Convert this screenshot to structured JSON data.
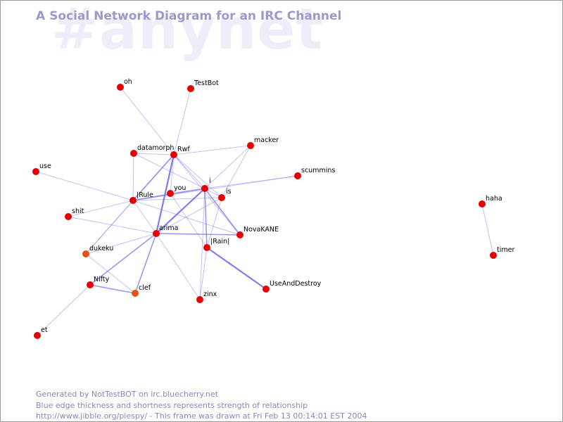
{
  "header": {
    "title": "A Social Network Diagram for an IRC Channel",
    "watermark": "#anynet"
  },
  "footer": {
    "line1": "Generated by NotTestBOT on irc.bluecherry.net",
    "line2": "Blue edge thickness and shortness represents strength of relationship",
    "line3": "http://www.jibble.org/piespy/ - This frame was drawn at Fri Feb 13 00:14:01 EST 2004"
  },
  "colors": {
    "node": "#e80000",
    "node_weak": "#e85010",
    "edge": "#7777ee",
    "title": "#9999cc",
    "footer": "#8888bb",
    "watermark": "#eeeefb"
  },
  "nodes": [
    {
      "id": "oh",
      "label": "oh"
    },
    {
      "id": "TestBot",
      "label": "TestBot"
    },
    {
      "id": "macker",
      "label": "macker"
    },
    {
      "id": "datamorph",
      "label": "datamorph"
    },
    {
      "id": "Rwf",
      "label": "Rwf"
    },
    {
      "id": "use",
      "label": "use"
    },
    {
      "id": "scummins",
      "label": "scummins"
    },
    {
      "id": "i",
      "label": "i"
    },
    {
      "id": "you",
      "label": "you"
    },
    {
      "id": "is",
      "label": "is"
    },
    {
      "id": "IRule",
      "label": "|Rule"
    },
    {
      "id": "haha",
      "label": "haha"
    },
    {
      "id": "shit",
      "label": "shit"
    },
    {
      "id": "arima",
      "label": "arima"
    },
    {
      "id": "NovaKANE",
      "label": "NovaKANE"
    },
    {
      "id": "IRainI",
      "label": "|Rain|"
    },
    {
      "id": "dukeku",
      "label": "dukeku"
    },
    {
      "id": "timer",
      "label": "timer"
    },
    {
      "id": "Nifty",
      "label": "Nifty"
    },
    {
      "id": "UseAndDestroy",
      "label": "UseAndDestroy"
    },
    {
      "id": "clef",
      "label": "clef"
    },
    {
      "id": "zinx",
      "label": "zinx"
    },
    {
      "id": "et",
      "label": "et"
    }
  ],
  "edges": [
    {
      "from": "oh",
      "to": "Rwf",
      "strength": 1
    },
    {
      "from": "TestBot",
      "to": "Rwf",
      "strength": 1
    },
    {
      "from": "datamorph",
      "to": "Rwf",
      "strength": 1
    },
    {
      "from": "datamorph",
      "to": "IRule",
      "strength": 1
    },
    {
      "from": "datamorph",
      "to": "i",
      "strength": 1
    },
    {
      "from": "Rwf",
      "to": "macker",
      "strength": 1
    },
    {
      "from": "Rwf",
      "to": "i",
      "strength": 1
    },
    {
      "from": "Rwf",
      "to": "IRule",
      "strength": 2
    },
    {
      "from": "Rwf",
      "to": "arima",
      "strength": 3
    },
    {
      "from": "Rwf",
      "to": "you",
      "strength": 1
    },
    {
      "from": "Rwf",
      "to": "is",
      "strength": 1
    },
    {
      "from": "Rwf",
      "to": "NovaKANE",
      "strength": 1
    },
    {
      "from": "Rwf",
      "to": "dukeku",
      "strength": 1
    },
    {
      "from": "macker",
      "to": "i",
      "strength": 1
    },
    {
      "from": "macker",
      "to": "is",
      "strength": 1
    },
    {
      "from": "use",
      "to": "IRule",
      "strength": 1
    },
    {
      "from": "scummins",
      "to": "i",
      "strength": 1
    },
    {
      "from": "scummins",
      "to": "IRule",
      "strength": 1
    },
    {
      "from": "i",
      "to": "you",
      "strength": 1
    },
    {
      "from": "i",
      "to": "IRule",
      "strength": 2
    },
    {
      "from": "i",
      "to": "is",
      "strength": 1
    },
    {
      "from": "i",
      "to": "arima",
      "strength": 3
    },
    {
      "from": "i",
      "to": "IRainI",
      "strength": 2
    },
    {
      "from": "i",
      "to": "NovaKANE",
      "strength": 2
    },
    {
      "from": "i",
      "to": "zinx",
      "strength": 1
    },
    {
      "from": "you",
      "to": "IRule",
      "strength": 1
    },
    {
      "from": "you",
      "to": "IRainI",
      "strength": 1
    },
    {
      "from": "is",
      "to": "IRule",
      "strength": 1
    },
    {
      "from": "is",
      "to": "IRainI",
      "strength": 1
    },
    {
      "from": "is",
      "to": "arima",
      "strength": 1
    },
    {
      "from": "IRule",
      "to": "shit",
      "strength": 1
    },
    {
      "from": "IRule",
      "to": "arima",
      "strength": 1
    },
    {
      "from": "IRule",
      "to": "dukeku",
      "strength": 1
    },
    {
      "from": "IRule",
      "to": "NovaKANE",
      "strength": 1
    },
    {
      "from": "shit",
      "to": "arima",
      "strength": 1
    },
    {
      "from": "arima",
      "to": "NovaKANE",
      "strength": 2
    },
    {
      "from": "arima",
      "to": "dukeku",
      "strength": 1
    },
    {
      "from": "arima",
      "to": "Nifty",
      "strength": 2
    },
    {
      "from": "arima",
      "to": "clef",
      "strength": 2
    },
    {
      "from": "arima",
      "to": "zinx",
      "strength": 1
    },
    {
      "from": "IRainI",
      "to": "UseAndDestroy",
      "strength": 3
    },
    {
      "from": "IRainI",
      "to": "zinx",
      "strength": 1
    },
    {
      "from": "Nifty",
      "to": "clef",
      "strength": 2
    },
    {
      "from": "Nifty",
      "to": "et",
      "strength": 1
    },
    {
      "from": "dukeku",
      "to": "clef",
      "strength": 1
    },
    {
      "from": "haha",
      "to": "timer",
      "strength": 1
    }
  ]
}
